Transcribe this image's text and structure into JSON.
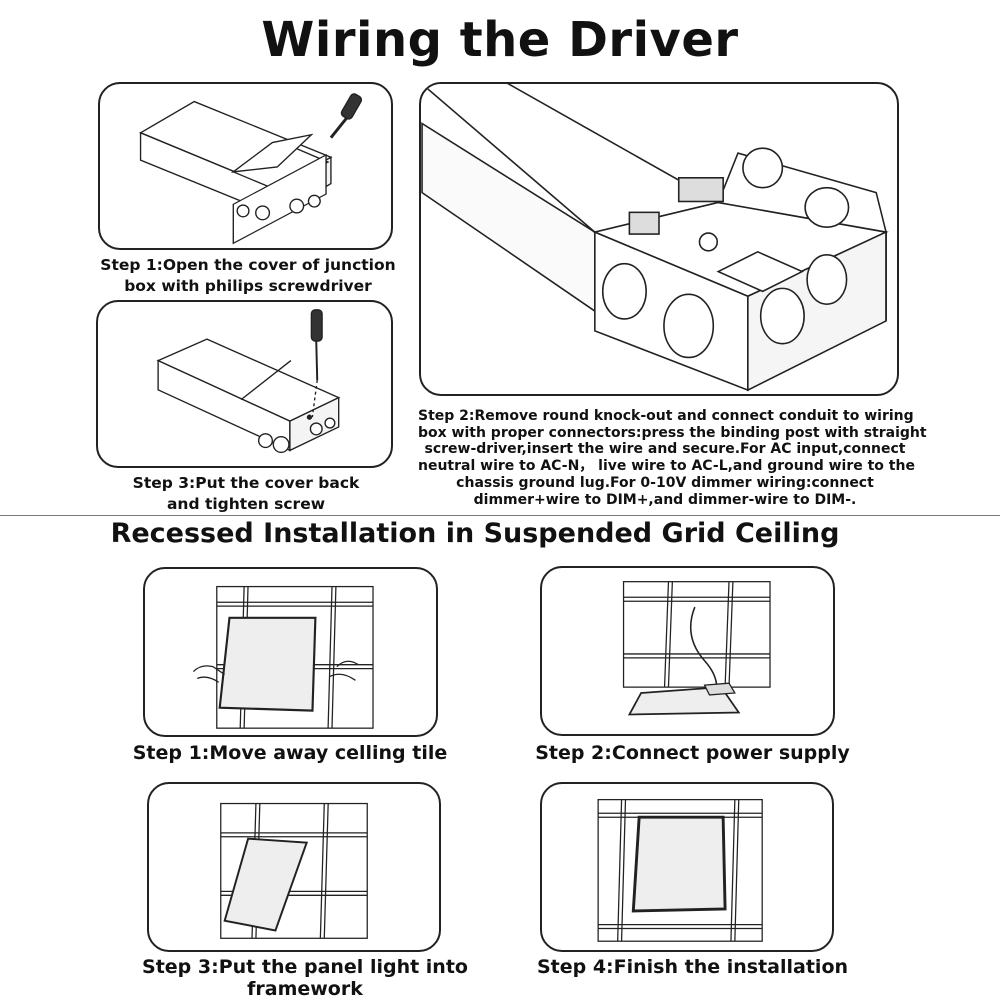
{
  "title": "Wiring the Driver",
  "driver_steps": {
    "step1": [
      "Step 1:Open the cover of junction",
      "box with philips screwdriver"
    ],
    "step3": [
      "Step 3:Put the cover back",
      "and tighten screw"
    ],
    "step2": [
      "Step 2:Remove round knock-out and connect conduit to wiring",
      "box with proper connectors:press the binding post with straight",
      "screw-driver,insert the wire and secure.For AC input,connect",
      "neutral wire to AC-N， live wire to AC-L,and ground wire to the",
      "chassis ground lug.For 0-10V dimmer wiring:connect",
      "dimmer+wire to DIM+,and dimmer-wire to DIM-."
    ]
  },
  "section2_title": "Recessed Installation in Suspended Grid Ceiling",
  "install_steps": {
    "step1": "Step 1:Move away celling tile",
    "step2": "Step 2:Connect power supply",
    "step3": "Step 3:Put the panel light into framework",
    "step4": "Step 4:Finish the installation"
  }
}
